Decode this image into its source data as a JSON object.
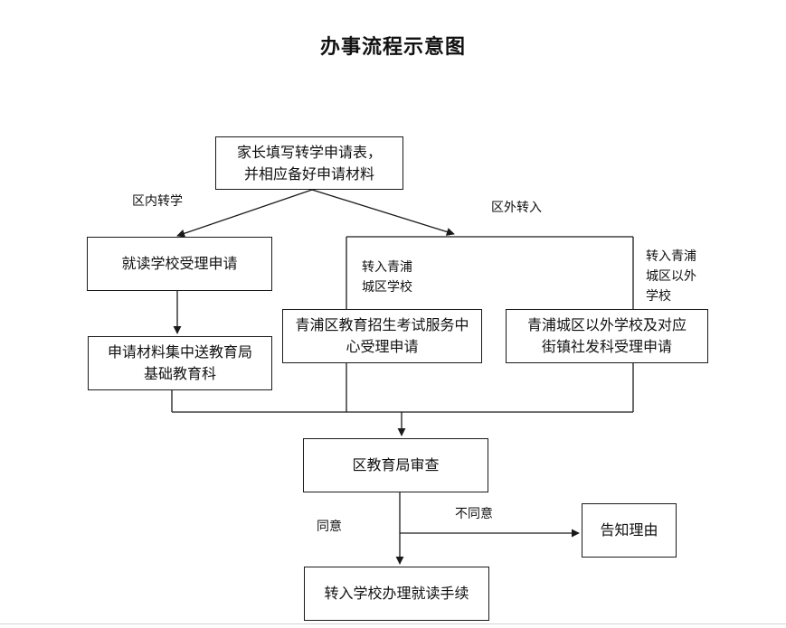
{
  "title": "办事流程示意图",
  "nodes": {
    "start": "家长填写转学申请表，\n并相应备好申请材料",
    "school_accept": "就读学校受理申请",
    "materials_to_bureau": "申请材料集中送教育局\n基础教育科",
    "qingpu_center": "青浦区教育招生考试服务中\n心受理申请",
    "town_office": "青浦城区以外学校及对应\n街镇社发科受理申请",
    "review": "区教育局审查",
    "notify_reason": "告知理由",
    "transfer_procedure": "转入学校办理就读手续"
  },
  "labels": {
    "inner_transfer": "区内转学",
    "outer_transfer": "区外转入",
    "to_city_school": "转入青浦\n城区学校",
    "to_outer_school": "转入青浦\n城区以外\n学校",
    "agree": "同意",
    "disagree": "不同意"
  },
  "colors": {
    "line": "#1a1a1a",
    "text": "#111111"
  }
}
